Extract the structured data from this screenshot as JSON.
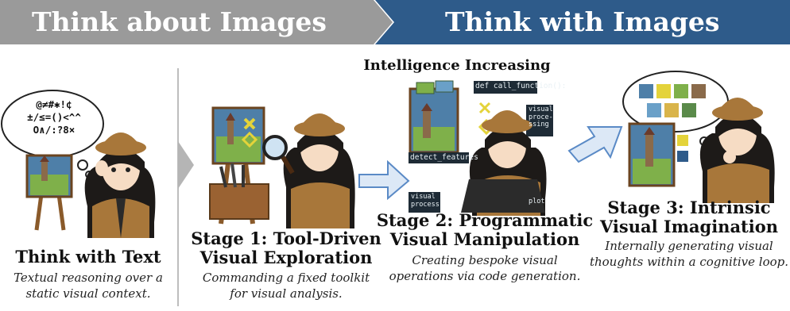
{
  "banner": {
    "left_label": "Think about Images",
    "right_label": "Think with Images",
    "left_color": "#9a9a9a",
    "right_color": "#2e5b8a"
  },
  "top_caption": "Intelligence Increasing",
  "symbols_bubble": [
    "@≠#✱!¢",
    "±/≤=()<^^",
    "O∧/:?8×"
  ],
  "code_labels": {
    "call": "def call_function():",
    "visual_processing": [
      "visual",
      "proce-",
      "ssing"
    ],
    "detect": "detect_features",
    "visual_process": [
      "visual",
      "process"
    ],
    "plot": "plot"
  },
  "stages": {
    "text": {
      "title": "Think with Text",
      "desc": [
        "Textual reasoning over a",
        "static visual context."
      ]
    },
    "s1": {
      "title": [
        "Stage 1: Tool-Driven",
        "Visual Exploration"
      ],
      "desc": [
        "Commanding a fixed toolkit",
        "for visual analysis."
      ]
    },
    "s2": {
      "title": [
        "Stage 2: Programmatic",
        "Visual Manipulation"
      ],
      "desc": [
        "Creating bespoke visual",
        "operations via code generation."
      ]
    },
    "s3": {
      "title": [
        "Stage 3: Intrinsic",
        "Visual Imagination"
      ],
      "desc": [
        "Internally generating visual",
        "thoughts within a cognitive loop."
      ]
    }
  },
  "colors": {
    "coat": "#a8773a",
    "coat_dark": "#7a5424",
    "hair": "#1d1a18",
    "skin": "#f6dcc4",
    "arrow_fill": "#dce8f6",
    "arrow_stroke": "#5a8ac6",
    "divider": "#bdbdbd"
  }
}
